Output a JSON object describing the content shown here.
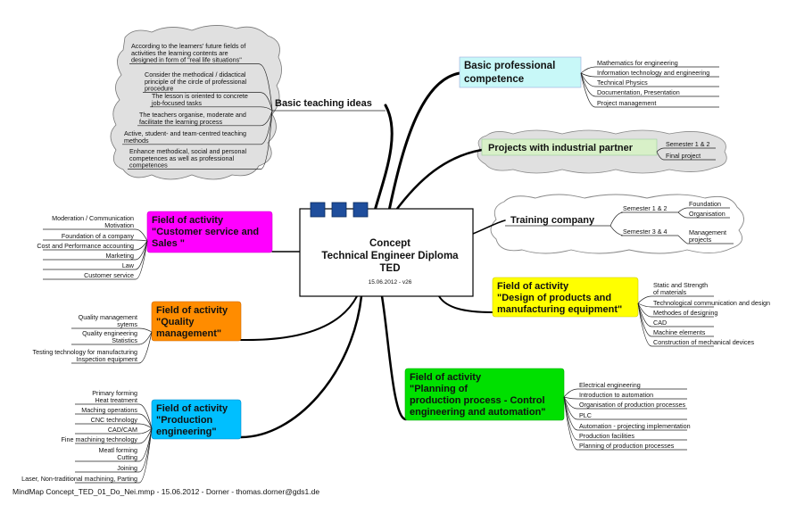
{
  "center": {
    "line1": "Concept",
    "line2": "Technical Engineer Diploma",
    "line3": "TED",
    "date": "15.06.2012 - v26"
  },
  "basic_teaching": {
    "title": "Basic teaching ideas",
    "items": [
      [
        "According to the learners' future fields of",
        "activities the learning contents are",
        "designed in form of \"real life situations\""
      ],
      [
        "Consider the methodical / didactical",
        "principle of the circle of professional",
        "procedure"
      ],
      [
        "The lesson is oriented to concrete",
        "job-focused tasks"
      ],
      [
        "The teachers organise, moderate and",
        "facilitate the learning process"
      ],
      [
        "Active, student- and team-centred teaching",
        "methods"
      ],
      [
        "Enhance methodical, social and personal",
        "competences as well as professional",
        "competences"
      ]
    ]
  },
  "basic_prof": {
    "title1": "Basic professional",
    "title2": "competence",
    "items": [
      "Mathematics for engineering",
      "Information technology and engineering",
      "Technical Physics",
      "Documentation, Presentation",
      "Project management"
    ]
  },
  "projects": {
    "title": "Projects with industrial partner",
    "items": [
      "Semester 1 & 2",
      "Final project"
    ]
  },
  "training": {
    "title": "Training company",
    "sem12": "Semester 1 & 2",
    "sem12_items": [
      "Foundation",
      "Organisation"
    ],
    "sem34": "Semester 3 & 4",
    "sem34_items": [
      [
        "Management",
        "projects"
      ]
    ]
  },
  "customer": {
    "title1": "Field of activity",
    "title2": "\"Customer service and",
    "title3": "Sales \"",
    "items": [
      [
        "Moderation / Communication",
        "Motivation"
      ],
      [
        "Foundation of a company"
      ],
      [
        "Cost and Performance accounting"
      ],
      [
        "Marketing"
      ],
      [
        "Law"
      ],
      [
        "Customer service"
      ]
    ]
  },
  "quality": {
    "title1": "Field of activity",
    "title2": "\"Quality",
    "title3": "management\"",
    "items": [
      [
        "Quality management",
        "sytems"
      ],
      [
        "Quality engineering",
        "Statistics"
      ],
      [
        "Testing technology for manufacturing",
        "Inspection equipment"
      ]
    ]
  },
  "production": {
    "title1": "Field of activity",
    "title2": "\"Production",
    "title3": "engineering\"",
    "items": [
      [
        "Primary forming",
        "Heat treatment"
      ],
      [
        "Maching operations"
      ],
      [
        "CNC technology"
      ],
      [
        "CAD/CAM"
      ],
      [
        "Fine machining technology"
      ],
      [
        "Meatl forming",
        "Cutting"
      ],
      [
        "Joining"
      ],
      [
        "Laser, Non-traditional machining, Parting"
      ]
    ]
  },
  "design": {
    "title1": "Field of activity",
    "title2": "\"Design of products and",
    "title3": "manufacturing equipment\"",
    "items": [
      [
        "Static and Strength",
        "of materials"
      ],
      [
        "Technological communication and design"
      ],
      [
        "Methodes of designing"
      ],
      [
        "CAD"
      ],
      [
        "Machine elements"
      ],
      [
        "Construction of mechanical devices"
      ]
    ]
  },
  "planning": {
    "title1": "Field of activity",
    "title2": " \"Planning of",
    "title3": "production process - Control",
    "title4": "engineering and automation\"",
    "items": [
      "Electrical engineering",
      "Introduction to automation",
      "Organisation of production processes",
      "PLC",
      "Automation - projecting implementation",
      "Production facilities",
      "Planning of production processes"
    ]
  },
  "footer": "MindMap Concept_TED_01_Do_Nei.mmp - 15.06.2012 - Dorner - thomas.dorner@gds1.de",
  "colors": {
    "customer": "#ff00ff",
    "quality": "#ff8c00",
    "production": "#00bfff",
    "design": "#ffff00",
    "planning": "#00e000",
    "basic_prof": "#c8f8f8",
    "projects": "#d8f0c8",
    "cloud_fill": "#e0e0e0",
    "blue_square": "#1f4e9c",
    "link_text": "#1a1a8c"
  }
}
